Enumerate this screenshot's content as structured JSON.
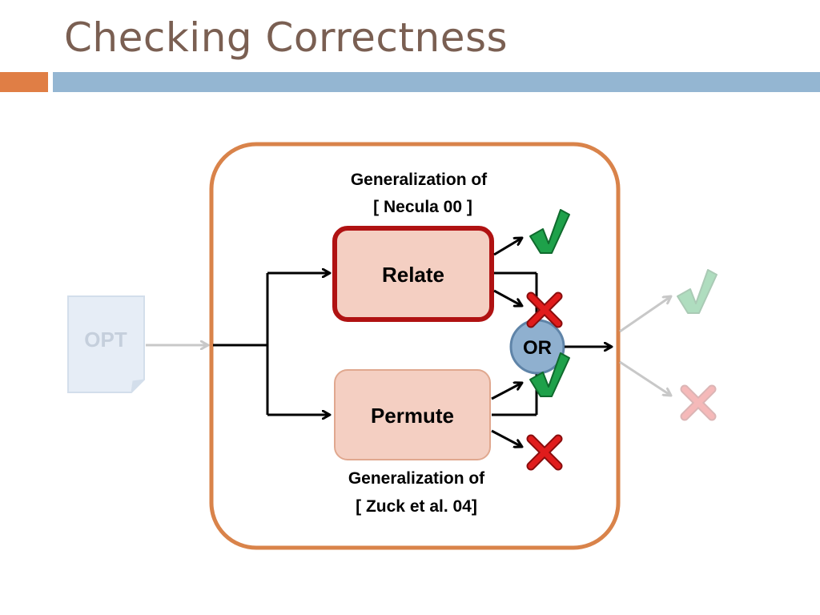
{
  "slide": {
    "title": "Checking Correctness"
  },
  "diagram": {
    "input_label": "OPT",
    "relate_label": "Relate",
    "permute_label": "Permute",
    "or_label": "OR",
    "relate_caption_line1": "Generalization of",
    "relate_caption_line2": "[ Necula 00 ]",
    "permute_caption_line1": "Generalization of",
    "permute_caption_line2": "[ Zuck et al. 04]"
  },
  "colors": {
    "title": "#7a5f52",
    "accent_orange": "#e07e45",
    "accent_blue": "#94b6d2",
    "container_border": "#d9834a",
    "box_fill": "#f4cfc2",
    "relate_border": "#b01212",
    "or_fill": "#8fb0cf",
    "check_green": "#1ea14a",
    "cross_red": "#e01c1c"
  }
}
